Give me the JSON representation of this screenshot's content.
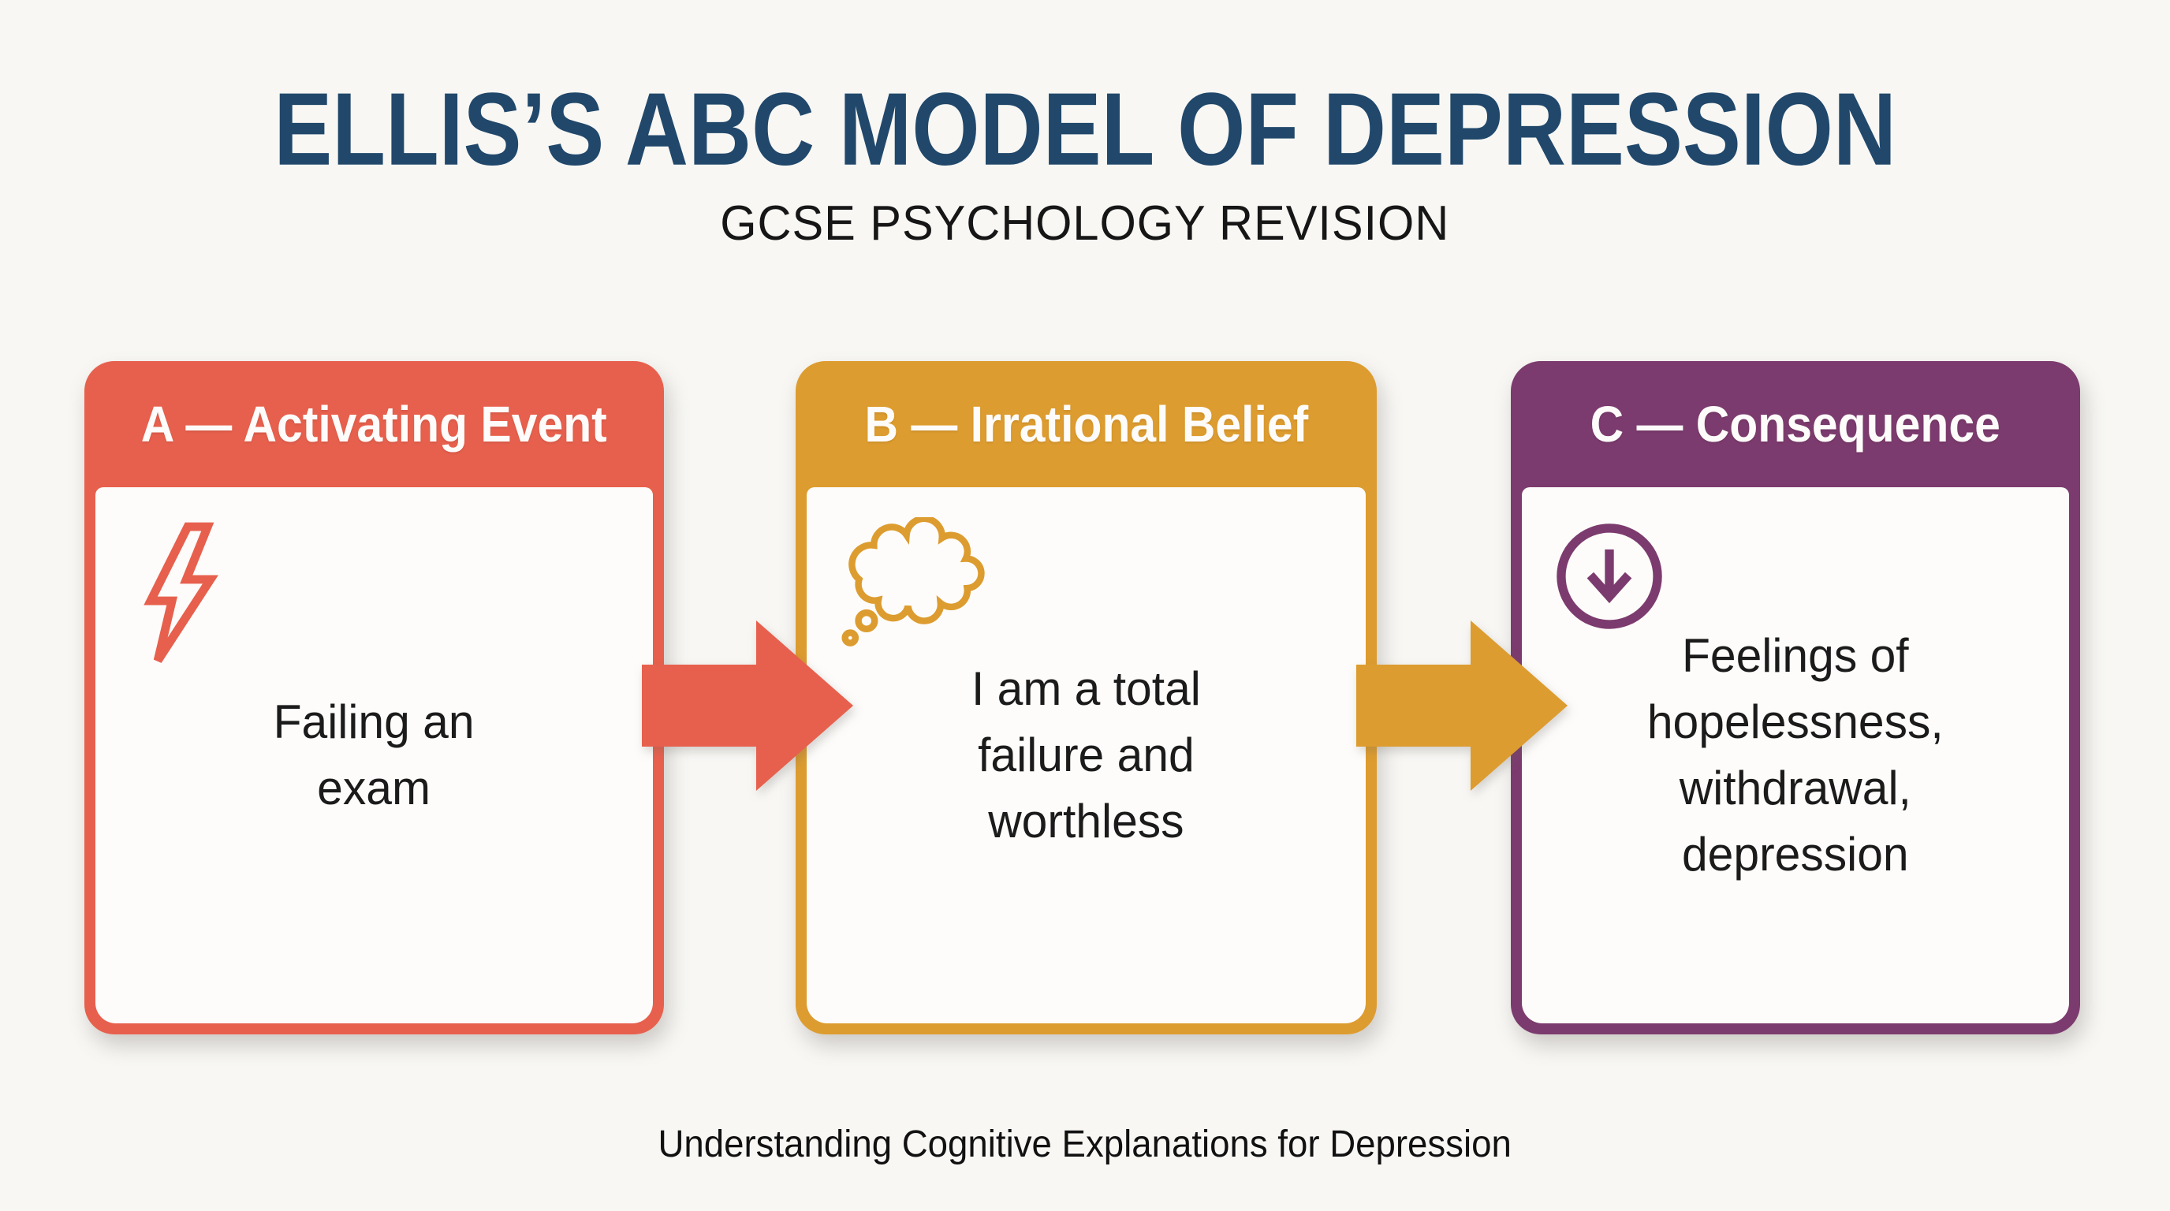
{
  "header": {
    "title": "ELLIS’S ABC MODEL OF DEPRESSION",
    "subtitle": "GCSE PSYCHOLOGY REVISION"
  },
  "cards": [
    {
      "letter": "A",
      "label": "A — Activating Event",
      "icon": "lightning-bolt-icon",
      "body_text": "Failing an\nexam",
      "accent_color": "#E7604D"
    },
    {
      "letter": "B",
      "label": "B — Irrational Belief",
      "icon": "thought-bubble-icon",
      "body_text": "I am a total\nfailure and\nworthless",
      "accent_color": "#DD9C2F"
    },
    {
      "letter": "C",
      "label": "C — Consequence",
      "icon": "arrow-down-circle-icon",
      "body_text": "Feelings of\nhopelessness,\nwithdrawal,\ndepression",
      "accent_color": "#7C3B6E"
    }
  ],
  "arrows": [
    {
      "from": "A",
      "to": "B",
      "color": "#E7604D"
    },
    {
      "from": "B",
      "to": "C",
      "color": "#DD9C2F"
    }
  ],
  "footer": {
    "caption": "Understanding Cognitive Explanations for Depression"
  },
  "colors": {
    "background": "#F8F7F4",
    "title_text": "#21486B",
    "subtitle_text": "#161616",
    "body_text": "#1B1B1B",
    "card_body_background": "#FDFCFA",
    "card_header_text": "#FFFFFF"
  }
}
